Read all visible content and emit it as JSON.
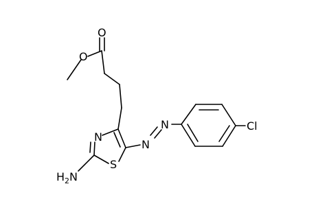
{
  "molecule": {
    "atoms": {
      "carbonyl_oxygen": "O",
      "ester_oxygen": "O",
      "ring_nitrogen": "N",
      "ring_sulfur": "S",
      "azo_n1": "N",
      "azo_n2": "N",
      "chlorine": "Cl",
      "amine_n": "N",
      "amine_h": "H",
      "amine_sub": "2"
    }
  }
}
